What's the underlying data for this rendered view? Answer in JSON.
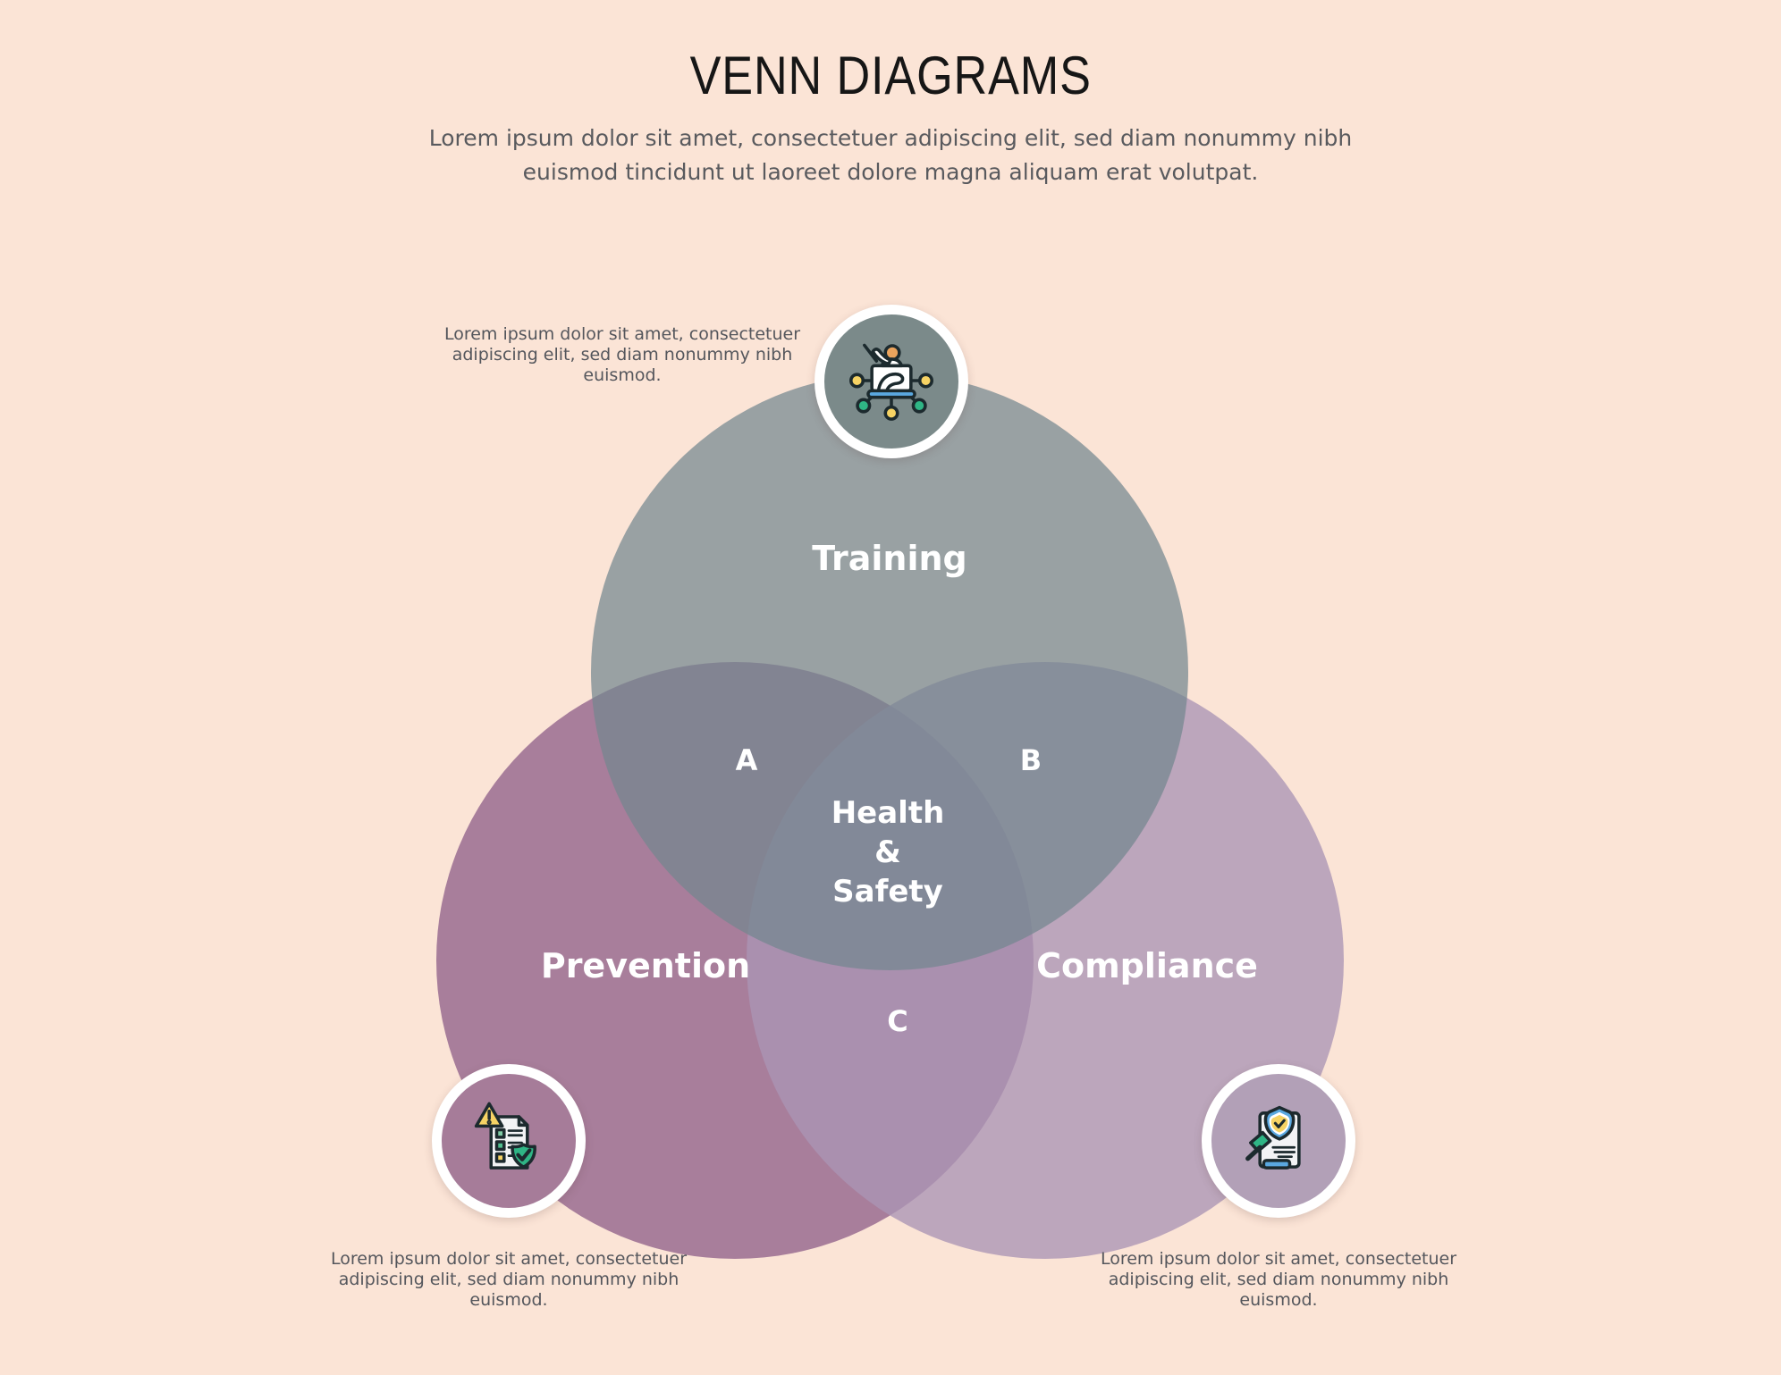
{
  "title": "VENN DIAGRAMS",
  "subtitle_lines": [
    "Lorem ipsum dolor sit amet, consectetuer adipiscing elit, sed diam nonummy nibh",
    "euismod tincidunt ut laoreet dolore magna aliquam erat volutpat."
  ],
  "colors": {
    "background": "#fbe4d6",
    "title_text": "#161616",
    "body_text": "#54565c",
    "label_text": "#ffffff",
    "badge_training_bg": "#7b8a8a",
    "badge_prevention_bg": "#a67c99",
    "badge_compliance_bg": "#b2a0b7",
    "icon_yellow": "#f6d364",
    "icon_green": "#2fb585",
    "icon_blue": "#5aa8e0",
    "icon_orange": "#eba45d",
    "icon_outline": "#1c2a2e"
  },
  "venn": {
    "circles": [
      {
        "id": "training",
        "label": "Training",
        "color": "#73878f",
        "opacity": 0.72
      },
      {
        "id": "prevention",
        "label": "Prevention",
        "color": "#a87e9b",
        "opacity": 1
      },
      {
        "id": "compliance",
        "label": "Compliance",
        "color": "#aa95b5",
        "opacity": 0.78
      }
    ],
    "intersections": [
      {
        "label": "A"
      },
      {
        "label": "B"
      },
      {
        "label": "C"
      }
    ],
    "center": {
      "lines": [
        "Health",
        "&",
        "Safety"
      ]
    }
  },
  "badges": [
    {
      "id": "training",
      "icon": "presentation-training-icon",
      "caption_lines": [
        "Lorem ipsum dolor sit amet, consectetuer",
        "adipiscing elit, sed diam nonummy nibh",
        "euismod."
      ]
    },
    {
      "id": "prevention",
      "icon": "checklist-warning-icon",
      "caption_lines": [
        "Lorem ipsum dolor sit amet, consectetuer",
        "adipiscing elit, sed diam nonummy nibh",
        "euismod."
      ]
    },
    {
      "id": "compliance",
      "icon": "legal-compliance-icon",
      "caption_lines": [
        "Lorem ipsum dolor sit amet, consectetuer",
        "adipiscing elit, sed diam nonummy nibh",
        "euismod."
      ]
    }
  ]
}
